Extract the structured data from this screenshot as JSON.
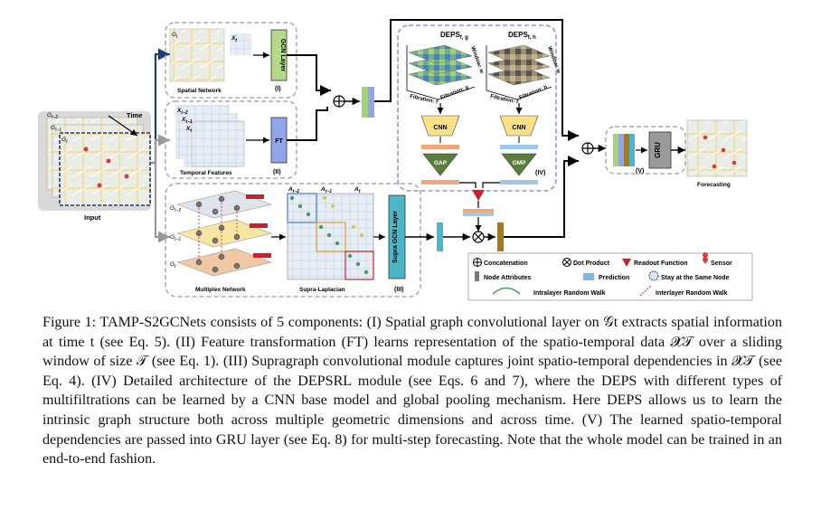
{
  "figure": {
    "input_label": "Input",
    "time_label": "Time",
    "g_t2": "G",
    "g_t2_sub": "t−2",
    "g_t1": "G",
    "g_t1_sub": "t−1",
    "g_t": "G",
    "g_t_sub": "t",
    "spatial_network_label": "Spatial Network",
    "temporal_features_label": "Temporal Features",
    "multiplex_network_label": "Multiplex Network",
    "supra_laplacian_label": "Supra-Laplacian",
    "forecasting_label": "Forecasting",
    "gcn_layer": "GCN Layer",
    "ft": "FT",
    "supra_gcn_layer": "Supra GCN Layer",
    "gru": "GRU",
    "cnn_left": "CNN",
    "cnn_right": "CNN",
    "gap": "GAP",
    "gmp": "GMP",
    "deps_left": "DEPS",
    "deps_left_sub": "f, g",
    "deps_right": "DEPS",
    "deps_right_sub": "f, h",
    "filtration_f_left": "Filtration: f",
    "filtration_g": "Filtration: g",
    "filtration_f_right": "Filtration: f",
    "filtration_h": "Filtration: h",
    "window_w_left": "Window: w",
    "window_w_right": "Window: w",
    "x_t2": "X",
    "x_t2_sub": "t−2",
    "x_t1": "X",
    "x_t1_sub": "t−1",
    "x_t": "X",
    "x_t_sub": "t",
    "a_t2": "A",
    "a_t2_sub": "t−2",
    "a_t1": "A",
    "a_t1_sub": "t−1",
    "a_t": "A",
    "a_t_sub": "t",
    "roman_1": "(I)",
    "roman_2": "(II)",
    "roman_3": "(III)",
    "roman_4": "(IV)",
    "roman_5": "(V)",
    "legend": {
      "concatenation": "Concatenation",
      "dot_product": "Dot Product",
      "readout_function": "Readout Function",
      "sensor": "Sensor",
      "node_attributes": "Node Attributes",
      "prediction": "Prediction",
      "stay_same_node": "Stay at the Same Node",
      "intralayer_walk": "Intralayer Random Walk",
      "interlayer_walk": "Interlayer Random Walk"
    }
  },
  "caption": "Figure 1: TAMP-S2GCNets consists of 5 components: (I) Spatial graph convolutional layer on 𝒢t extracts spatial information at time t (see Eq. 5). (II) Feature transformation (FT) learns representation of the spatio-temporal data 𝓧𝒯 over a sliding window of size 𝒯 (see Eq. 1). (III) Supragraph convolutional module captures joint spatio-temporal dependencies in 𝓧𝒯 (see Eq. 4). (IV) Detailed architecture of the DEPSRL module (see Eqs. 6 and 7), where the DEPS with different types of multifiltrations can be learned by a CNN base model and global pooling mechanism. Here DEPS allows us to learn the intrinsic graph structure both across multiple geometric dimensions and across time. (V) The learned spatio-temporal dependencies are passed into GRU layer (see Eq. 8) for multi-step forecasting. Note that the whole model can be trained in an end-to-end fashion.",
  "colors": {
    "gcn_green": "#b5d98a",
    "ft_blue": "#8fa7e8",
    "supra_teal": "#4bb6c7",
    "gru_gray": "#9a9a9a",
    "cnn_yellow": "#fbe08a",
    "gap_green": "#5c7d3e",
    "readout_red": "#c0262d",
    "dashed_purple": "#9b8de0",
    "navy": "#1f3a78"
  }
}
